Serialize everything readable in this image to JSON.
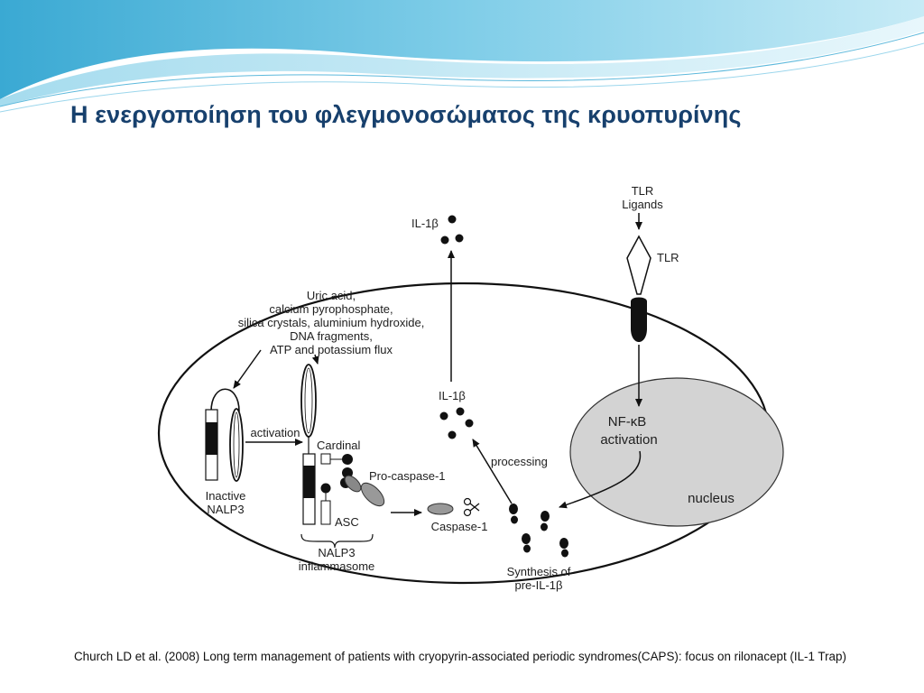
{
  "slide": {
    "title": "Η ενεργοποίηση του φλεγμονοσώματος της κρυοπυρίνης",
    "citation": "Church LD et al. (2008) Long term management of patients with cryopyrin-associated periodic syndromes(CAPS): focus on rilonacept (IL-1 Trap)",
    "accent_colors": {
      "title": "#17406d",
      "wave_dark": "#39aed0",
      "wave_light": "#bfe6f3"
    }
  },
  "diagram": {
    "triggers": [
      "Uric acid,",
      "calcium pyrophosphate,",
      "silica crystals, aluminium hydroxide,",
      "DNA fragments,",
      "ATP and potassium flux"
    ],
    "il1b_secreted": "IL-1β",
    "il1b_processed": "IL-1β",
    "tlr_ligands": [
      "TLR",
      "Ligands"
    ],
    "tlr": "TLR",
    "nfkb": [
      "NF-κB",
      "activation"
    ],
    "nucleus": "nucleus",
    "inactive_nalp3": [
      "Inactive",
      "NALP3"
    ],
    "activation": "activation",
    "cardinal": "Cardinal",
    "pro_caspase": "Pro-caspase-1",
    "asc": "ASC",
    "caspase": "Caspase-1",
    "processing": "processing",
    "inflammasome": [
      "NALP3",
      "inflammasome"
    ],
    "synthesis": [
      "Synthesis of",
      "pre-IL-1β"
    ]
  }
}
